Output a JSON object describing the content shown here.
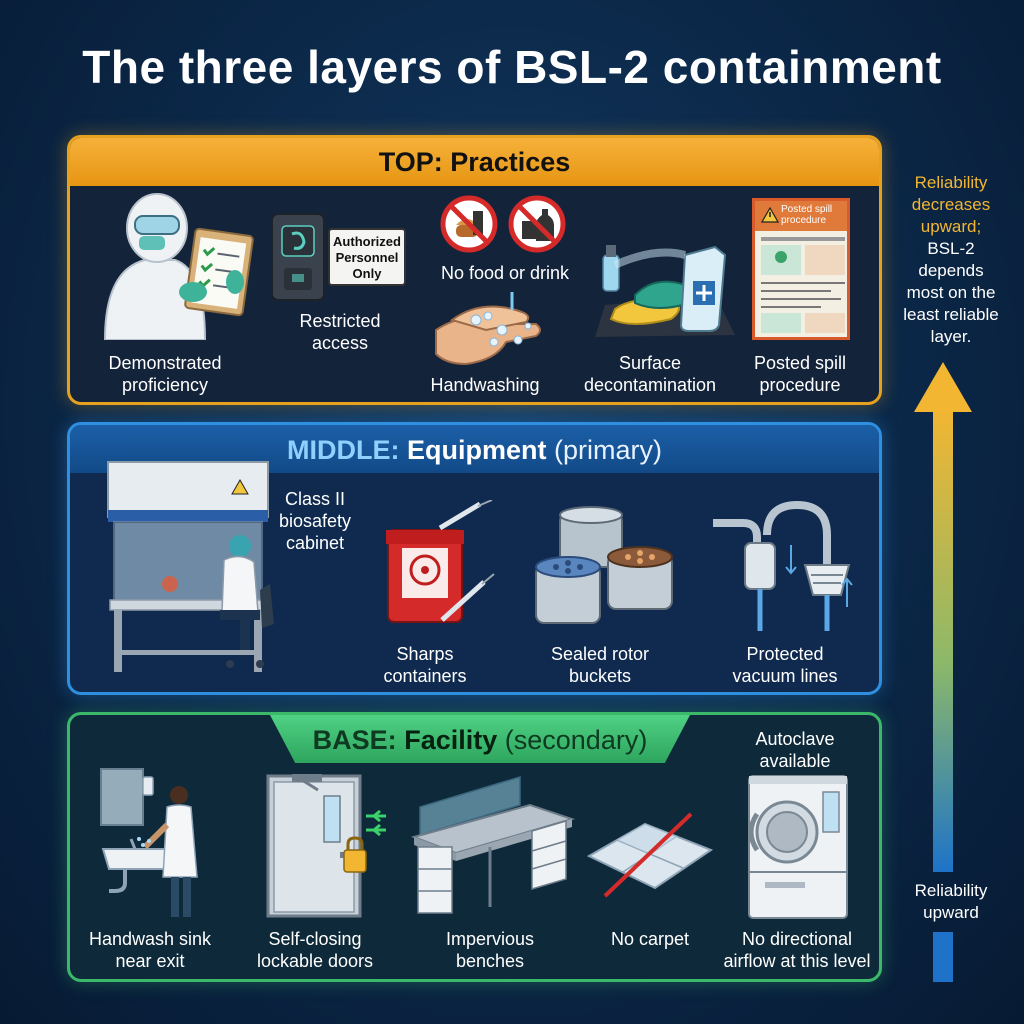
{
  "title": "The three layers of BSL-2 containment",
  "top": {
    "key": "TOP:",
    "word": "Practices",
    "items": {
      "proficiency": "Demonstrated\nproficiency",
      "access": "Restricted\naccess",
      "sign": "Authorized\nPersonnel\nOnly",
      "food": "No food or drink",
      "handwashing": "Handwashing",
      "surface": "Surface\ndecontamination",
      "spill": "Posted spill\nprocedure",
      "spill_poster": "Posted spill\nprocedure"
    }
  },
  "middle": {
    "key": "MIDDLE:",
    "word": "Equipment",
    "sub": "(primary)",
    "items": {
      "cabinet": "Class II\nbiosafety\ncabinet",
      "sharps": "Sharps\ncontainers",
      "rotor": "Sealed rotor\nbuckets",
      "vacuum": "Protected\nvacuum lines"
    }
  },
  "base": {
    "key": "BASE:",
    "word": "Facility",
    "sub": "(secondary)",
    "items": {
      "sink": "Handwash sink\nnear exit",
      "doors": "Self-closing\nlockable doors",
      "benches": "Impervious\nbenches",
      "carpet": "No carpet",
      "airflow": "No directional\nairflow at this level",
      "autoclave": "Autoclave\navailable"
    }
  },
  "side": {
    "top_highlight": "Reliability\ndecreases\nupward;",
    "top_rest": "BSL-2\ndepends\nmost on the\nleast reliable\nlayer.",
    "bottom": "Reliability\nupward"
  },
  "colors": {
    "practices": "#e6a21f",
    "equipment": "#2f8fe0",
    "facility": "#3bb86a",
    "arrow_top": "#f2b632",
    "arrow_bottom": "#1e73c8"
  }
}
